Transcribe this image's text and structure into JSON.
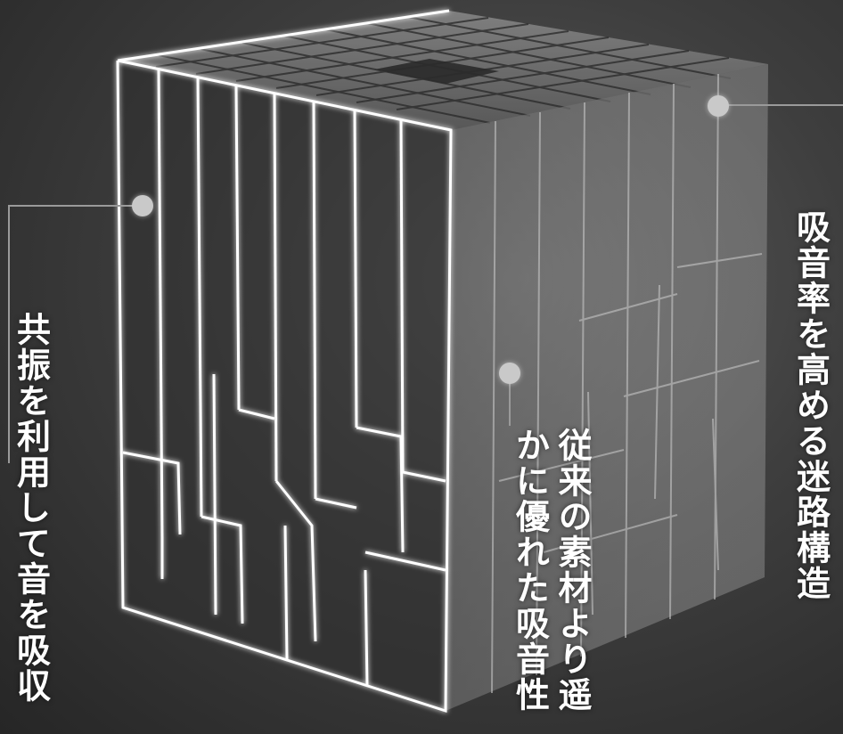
{
  "callouts": {
    "left": "共振を利用して音を吸収",
    "right": "吸音率を高める迷路構造",
    "center": "従来の素材より遥かに優れた吸音性"
  },
  "colors": {
    "background": "#3e3e3e",
    "glow_line": "#ffffff",
    "glass_panel": "#9a9a9a",
    "callout_dot": "#c9c9c9"
  }
}
